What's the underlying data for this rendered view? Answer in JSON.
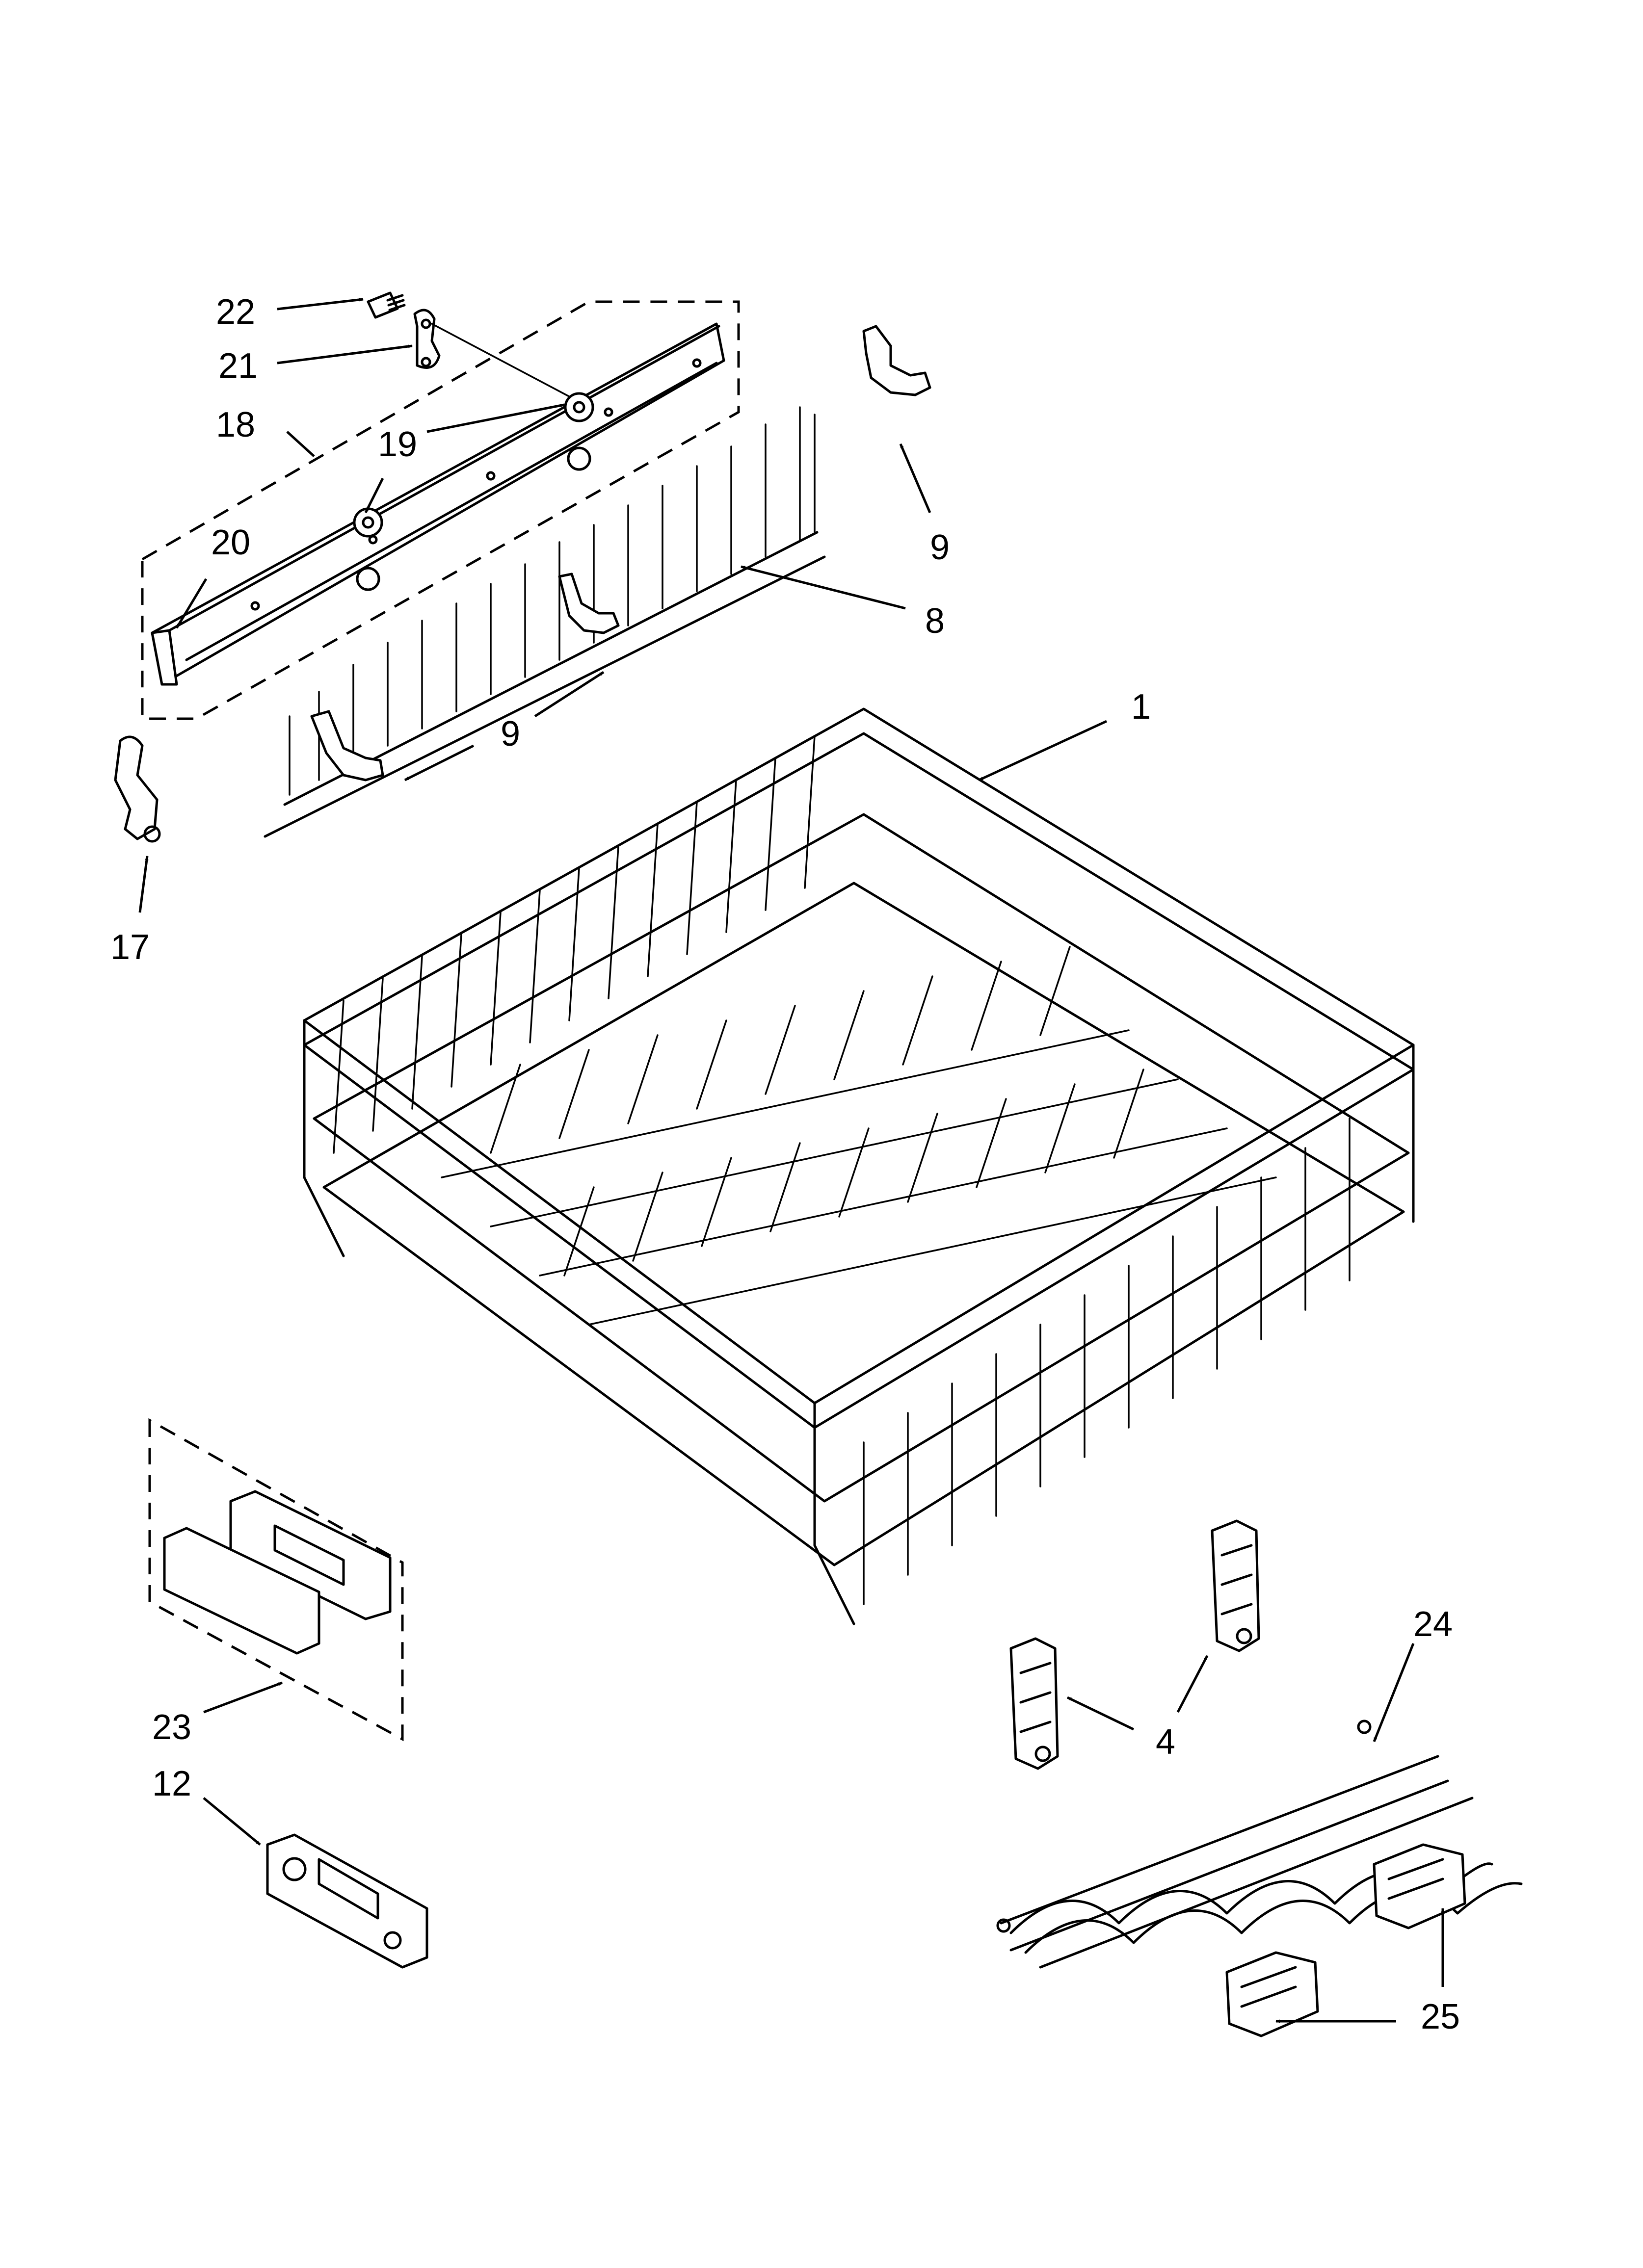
{
  "callouts": {
    "c1": "1",
    "c4": "4",
    "c8": "8",
    "c9a": "9",
    "c9b": "9",
    "c12": "12",
    "c17": "17",
    "c18": "18",
    "c19": "19",
    "c20": "20",
    "c21": "21",
    "c22": "22",
    "c23": "23",
    "c24": "24",
    "c25": "25"
  }
}
